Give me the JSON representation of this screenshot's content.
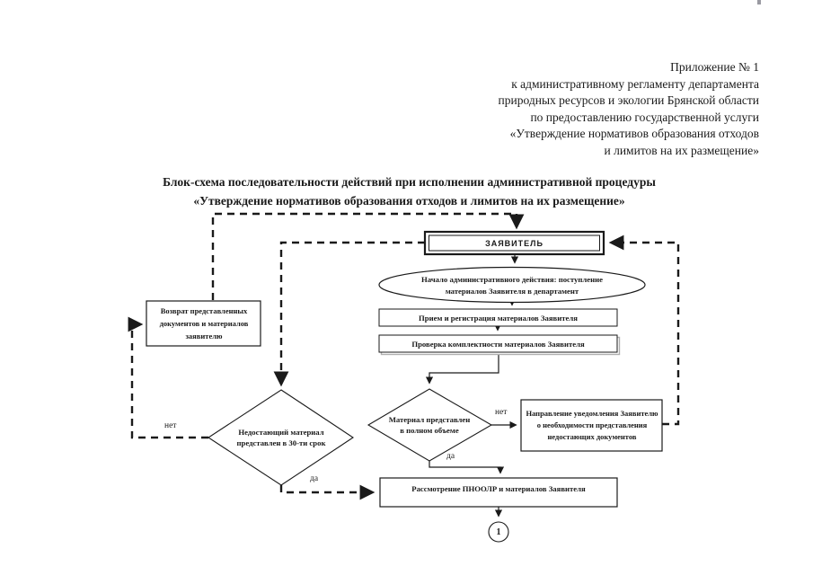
{
  "document": {
    "header_lines": [
      "Приложение № 1",
      "к административному регламенту департамента",
      "природных ресурсов и экологии Брянской области",
      "по предоставлению государственной услуги",
      "«Утверждение нормативов образования отходов",
      "и лимитов на их размещение»"
    ],
    "title_lines": [
      "Блок-схема последовательности действий при исполнении административной процедуры",
      "«Утверждение нормативов образования отходов и лимитов на их размещение»"
    ]
  },
  "flowchart": {
    "applicant": "ЗАЯВИТЕЛЬ",
    "start": "Начало административного действия: поступление материалов Заявителя в департамент",
    "receive": "Прием и регистрация материалов Заявителя",
    "check": "Проверка комплектности материалов Заявителя",
    "return_docs": "Возврат представленных документов и материалов заявителю",
    "missing_decision": "Недостающий материал представлен в 30-ти  срок",
    "complete_decision": "Материал представлен в полном объеме",
    "notify": "Направление уведомления Заявителю о необходимости представления недостающих документов",
    "review": "Рассмотрение ПНООЛР и материалов Заявителя",
    "connector": "1",
    "labels": {
      "no_left": "нет",
      "yes_left": "да",
      "no_mid": "нет",
      "yes_mid": "да"
    }
  },
  "colors": {
    "ink": "#1a1a1a"
  }
}
